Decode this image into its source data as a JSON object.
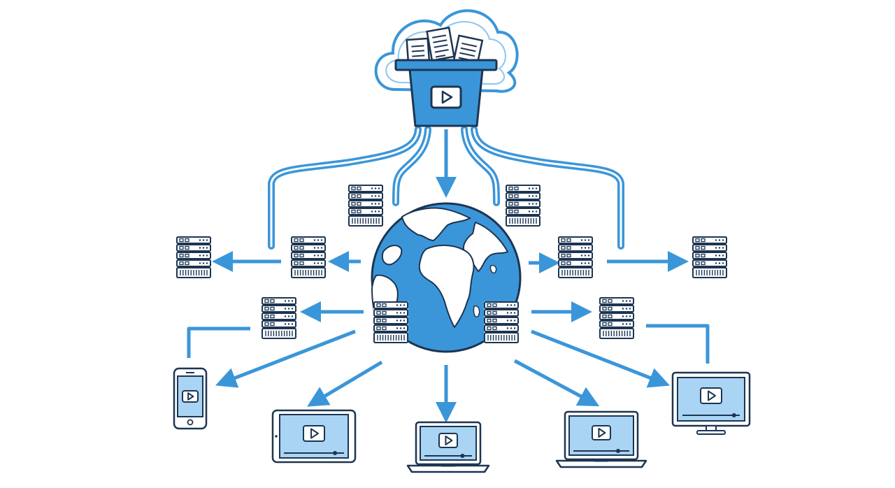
{
  "diagram": {
    "colors": {
      "primary": "#3b96d9",
      "primary_light": "#8cc6ee",
      "screen": "#a9d4f3",
      "outline": "#1c3552",
      "background": "#ffffff",
      "paper": "#ffffff"
    },
    "nodes": {
      "origin": {
        "label": "",
        "icon": "cloud-storage-video-icon"
      },
      "globe": {
        "label": "",
        "icon": "globe-icon"
      },
      "servers": {
        "label": "",
        "icon": "server-rack-icon",
        "count": 10
      },
      "devices": [
        {
          "kind": "smartphone",
          "icon": "smartphone-icon"
        },
        {
          "kind": "tablet",
          "icon": "tablet-icon"
        },
        {
          "kind": "laptop",
          "icon": "laptop-icon"
        },
        {
          "kind": "laptop",
          "icon": "laptop-icon"
        },
        {
          "kind": "monitor",
          "icon": "monitor-icon"
        }
      ]
    }
  }
}
